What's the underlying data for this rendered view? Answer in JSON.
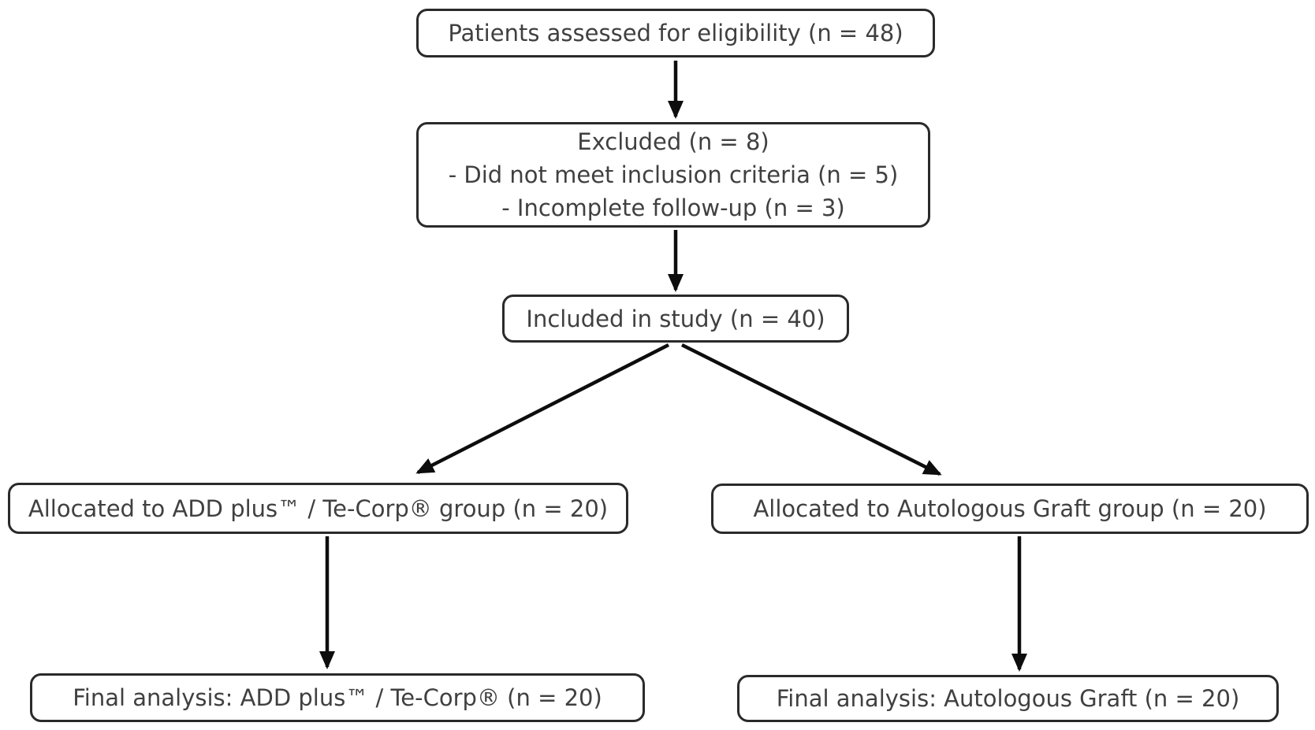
{
  "figure": {
    "kind": "patient-flow-diagram",
    "nodes": {
      "eligibility": {
        "label": "Patients assessed for eligibility (n = 48)"
      },
      "excluded": {
        "lines": [
          "Excluded (n = 8)",
          "- Did not meet inclusion criteria (n = 5)",
          "- Incomplete follow-up (n = 3)"
        ]
      },
      "included": {
        "label": "Included in study (n = 40)"
      },
      "alloc_addplus": {
        "label": "Allocated to ADD plus™ / Te-Corp® group (n = 20)"
      },
      "alloc_autologous": {
        "label": "Allocated to Autologous Graft group (n = 20)"
      },
      "final_addplus": {
        "label": "Final analysis: ADD plus™ / Te-Corp® (n = 20)"
      },
      "final_autologous": {
        "label": "Final analysis: Autologous Graft (n = 20)"
      }
    },
    "edges": [
      {
        "from": "eligibility",
        "to": "excluded"
      },
      {
        "from": "excluded",
        "to": "included"
      },
      {
        "from": "included",
        "to": "alloc_addplus"
      },
      {
        "from": "included",
        "to": "alloc_autologous"
      },
      {
        "from": "alloc_addplus",
        "to": "final_addplus"
      },
      {
        "from": "alloc_autologous",
        "to": "final_autologous"
      }
    ],
    "colors": {
      "background": "#ffffff",
      "box_fill": "#ffffff",
      "box_border": "#2a2a2a",
      "text": "#404040",
      "arrow": "#0d0d0d"
    }
  }
}
